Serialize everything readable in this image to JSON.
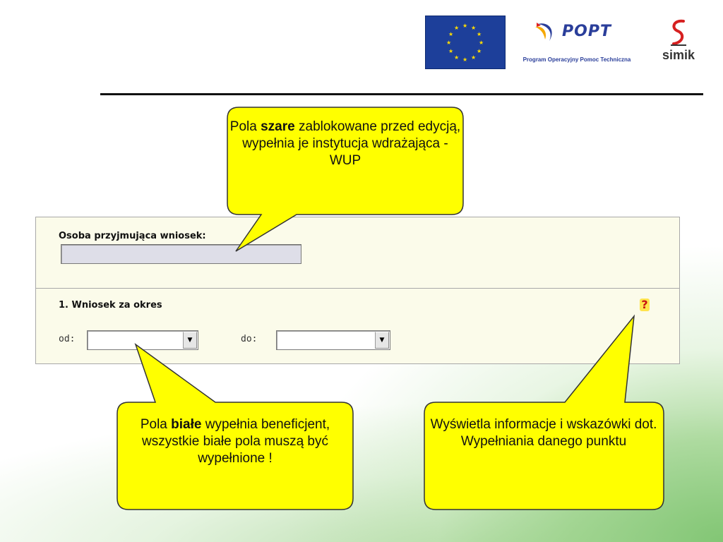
{
  "logos": {
    "popt_title": "POPT",
    "popt_subtitle": "Program Operacyjny Pomoc Techniczna",
    "simik_text": "simik",
    "eu_flag_icon": "eu-flag-icon"
  },
  "form": {
    "osoba_label": "Osoba przyjmująca wniosek:",
    "osoba_value": "",
    "wniosek_label": "1. Wniosek za okres",
    "help_glyph": "?",
    "od_label": "od:",
    "od_value": "",
    "do_label": "do:",
    "do_value": ""
  },
  "callouts": {
    "top": {
      "prefix": "Pola ",
      "bold": "szare",
      "suffix": " zablokowane przed edycją, wypełnia je instytucja wdrażająca - WUP"
    },
    "left": {
      "prefix": "Pola ",
      "bold": "białe",
      "suffix": " wypełnia beneficjent, wszystkie białe pola muszą być wypełnione !"
    },
    "right": {
      "text": "Wyświetla informacje i wskazówki dot. Wypełniania danego punktu"
    }
  },
  "colors": {
    "callout_fill": "#ffff00",
    "callout_stroke": "#333333",
    "panel_bg": "#fbfbea",
    "readonly_field": "#dedee8",
    "eu_blue": "#1d3f9a",
    "popt_blue": "#2a3e9a",
    "help_icon_red": "#c81010"
  }
}
